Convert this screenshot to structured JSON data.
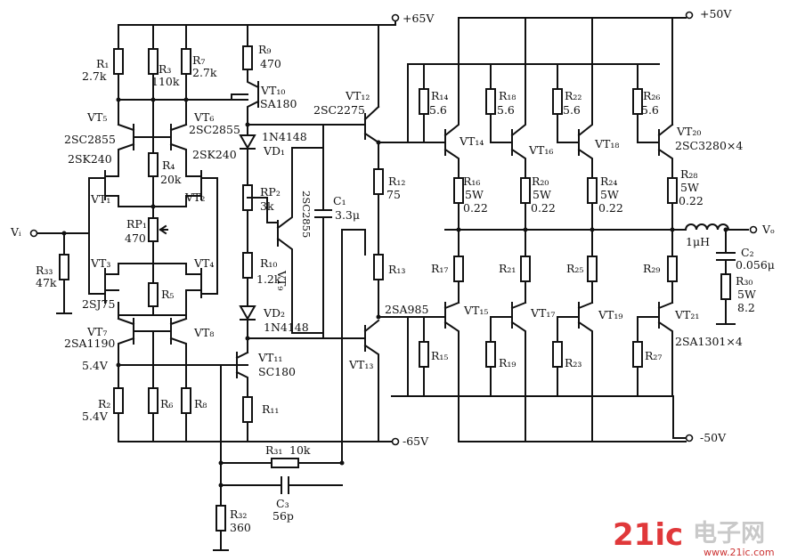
{
  "rails": {
    "plus65": "+65V",
    "minus65": "-65V",
    "plus50": "+50V",
    "minus50": "-50V"
  },
  "io": {
    "input": "Vᵢ",
    "output": "Vₒ"
  },
  "resistors": {
    "r1": "R₁",
    "r1v": "2.7k",
    "r3": "R₃",
    "r3v": "110k",
    "r7": "R₇",
    "r7v": "2.7k",
    "r9": "R₉",
    "r9v": "470",
    "r4": "R₄",
    "r4v": "20k",
    "rp1": "RP₁",
    "rp1v": "470",
    "r33": "R₃₃",
    "r33v": "47k",
    "r5": "R₅",
    "r2": "R₂",
    "r2v": "5.4V",
    "r6": "R₆",
    "r8": "R₈",
    "rp2": "RP₂",
    "rp2v": "3k",
    "r10": "R₁₀",
    "r10v": "1.2k",
    "r11": "R₁₁",
    "r12": "R₁₂",
    "r12v": "75",
    "r13": "R₁₃",
    "r31": "R₃₁",
    "r31v": "10k",
    "r32": "R₃₂",
    "r32v": "360",
    "r14": "R₁₄",
    "r14v": "5.6",
    "r18": "R₁₈",
    "r18v": "5.6",
    "r22": "R₂₂",
    "r22v": "5.6",
    "r26": "R₂₆",
    "r26v": "5.6",
    "r16": "R₁₆",
    "r16p": "5W",
    "r16v": "0.22",
    "r20": "R₂₀",
    "r20p": "5W",
    "r20v": "0.22",
    "r24": "R₂₄",
    "r24p": "5W",
    "r24v": "0.22",
    "r28": "R₂₈",
    "r28p": "5W",
    "r28v": "0.22",
    "r17": "R₁₇",
    "r21": "R₂₁",
    "r25": "R₂₅",
    "r29": "R₂₉",
    "r15": "R₁₅",
    "r19": "R₁₉",
    "r23": "R₂₃",
    "r27": "R₂₇",
    "r30": "R₃₀",
    "r30p": "5W",
    "r30v": "8.2"
  },
  "capacitors": {
    "c1": "C₁",
    "c1v": "3.3μ",
    "c2": "C₂",
    "c2v": "0.056μ",
    "c3": "C₃",
    "c3v": "56p"
  },
  "inductor": "1μH",
  "transistors": {
    "vt5": "VT₅",
    "vt5p": "2SC2855",
    "vt6": "VT₆",
    "vt6p": "2SC2855",
    "vt1": "VT₁",
    "vt2": "VT₂",
    "vt12p_left": "2SK240",
    "vt12p_right": "2SK240",
    "vt3": "VT₃",
    "vt4": "VT₄",
    "vt34p": "2SJ75",
    "vt7": "VT₇",
    "vt7p": "2SA1190",
    "vt8": "VT₈",
    "vt9": "VT₉",
    "vt9p": "2SC2855",
    "vt10": "VT₁₀",
    "vt10p": "SA180",
    "vt11": "VT₁₁",
    "vt11p": "SC180",
    "vt12": "VT₁₂",
    "vt12pp": "2SC2275",
    "vt13": "VT₁₃",
    "vt13p": "2SA985",
    "vt14": "VT₁₄",
    "vt16": "VT₁₆",
    "vt18": "VT₁₈",
    "vt20": "VT₂₀",
    "vt20p": "2SC3280×4",
    "vt15": "VT₁₅",
    "vt17": "VT₁₇",
    "vt19": "VT₁₉",
    "vt21": "VT₂₁",
    "vt21p": "2SA1301×4"
  },
  "diodes": {
    "d1": "VD₁",
    "d1p": "1N4148",
    "d2": "VD₂",
    "d2p": "1N4148"
  },
  "bias_label": "5.4V",
  "watermark": {
    "brand_num": "21ic",
    "brand_cn": "电子网",
    "url": "www.21ic.com"
  }
}
